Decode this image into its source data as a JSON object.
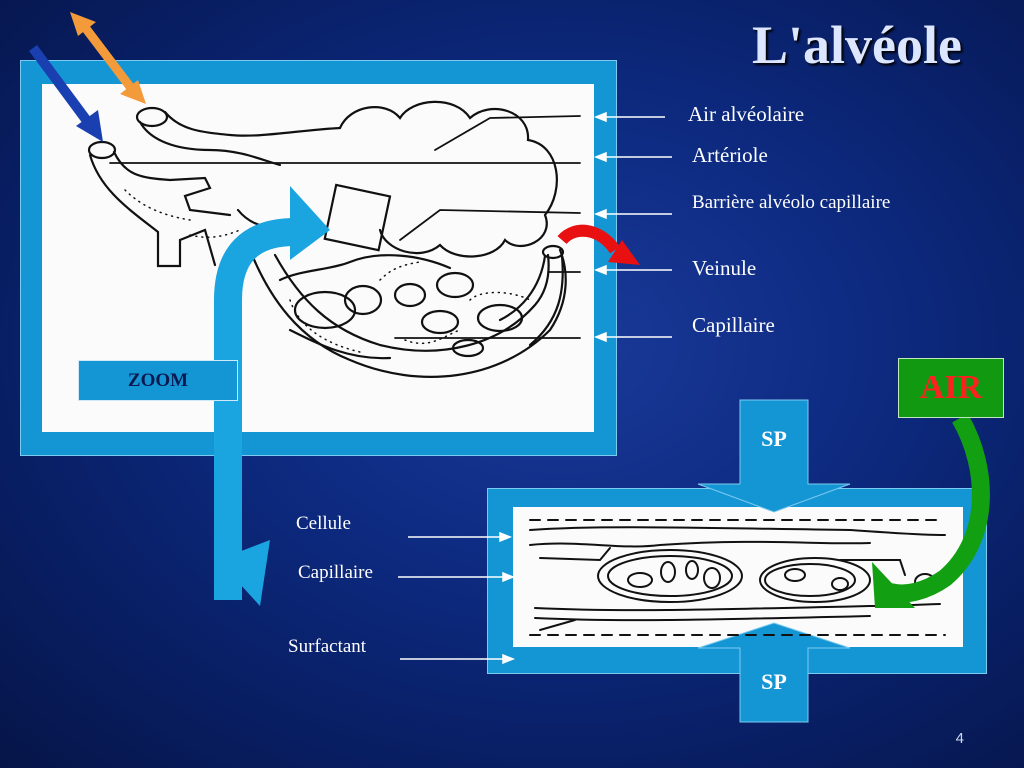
{
  "title": "L'alvéole",
  "labels_top": {
    "air_alveolaire": "Air alvéolaire",
    "arteriole": "Artériole",
    "barriere": "Barrière alvéolo capillaire",
    "veinule": "Veinule",
    "capillaire": "Capillaire"
  },
  "labels_bottom": {
    "cellule": "Cellule",
    "capillaire": "Capillaire",
    "surfactant": "Surfactant"
  },
  "zoom_label": "ZOOM",
  "air_label": "AIR",
  "sp_top": "SP",
  "sp_bottom": "SP",
  "page_number": "4",
  "colors": {
    "background": "#0d2a80",
    "frame": "#1596d4",
    "arrow_orange": "#f39a3a",
    "arrow_blue": "#1a3fb0",
    "arrow_red": "#e81010",
    "arrow_green": "#12a012",
    "air_text": "#ff2020"
  }
}
